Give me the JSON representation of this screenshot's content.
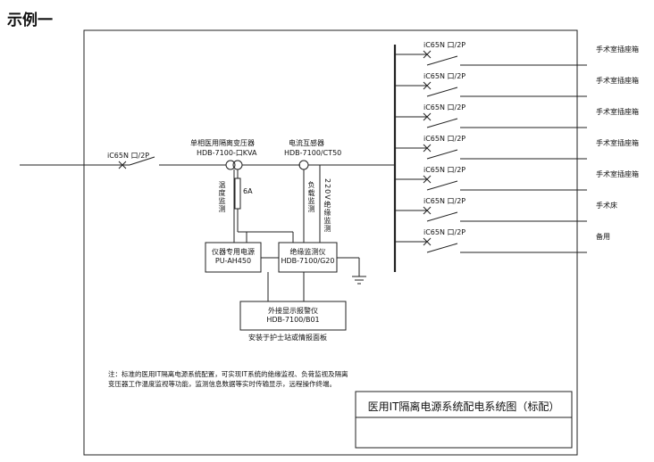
{
  "heading": "示例一",
  "main_breaker": {
    "label": "iC65N 口/2P"
  },
  "transformer": {
    "title": "单相医用隔离变压器",
    "model": "HDB-7100-口KVA"
  },
  "ct": {
    "title": "电流互感器",
    "model": "HDB-7100/CT50"
  },
  "fuse": {
    "label": "6A"
  },
  "vertical_labels": {
    "temp": "温度监测",
    "load": "负载监测",
    "insulation": "220V绝缘监测"
  },
  "power_supply": {
    "title": "仪器专用电源",
    "model": "PU-AH450"
  },
  "monitor": {
    "title": "绝缘监测仪",
    "model": "HDB-7100/G20"
  },
  "alarm": {
    "title": "外接显示报警仪",
    "model": "HDB-7100/B01"
  },
  "install_note": "安装于护士站或情报面板",
  "branches": [
    {
      "breaker": "iC65N 口/2P",
      "load": "手术室插座箱"
    },
    {
      "breaker": "iC65N 口/2P",
      "load": "手术室插座箱"
    },
    {
      "breaker": "iC65N 口/2P",
      "load": "手术室插座箱"
    },
    {
      "breaker": "iC65N 口/2P",
      "load": "手术室插座箱"
    },
    {
      "breaker": "iC65N 口/2P",
      "load": "手术室插座箱"
    },
    {
      "breaker": "iC65N 口/2P",
      "load": "手术床"
    },
    {
      "breaker": "iC65N 口/2P",
      "load": "备用"
    }
  ],
  "note": "注：标准的医用IT隔离电源系统配置，可实现IT系统的绝缘监视、负荷监视及隔离变压器工作温度监视等功能，监测信息数据等实时传输显示，远程操作终端。",
  "title_block": {
    "title": "医用IT隔离电源系统配电系统图（标配）"
  }
}
